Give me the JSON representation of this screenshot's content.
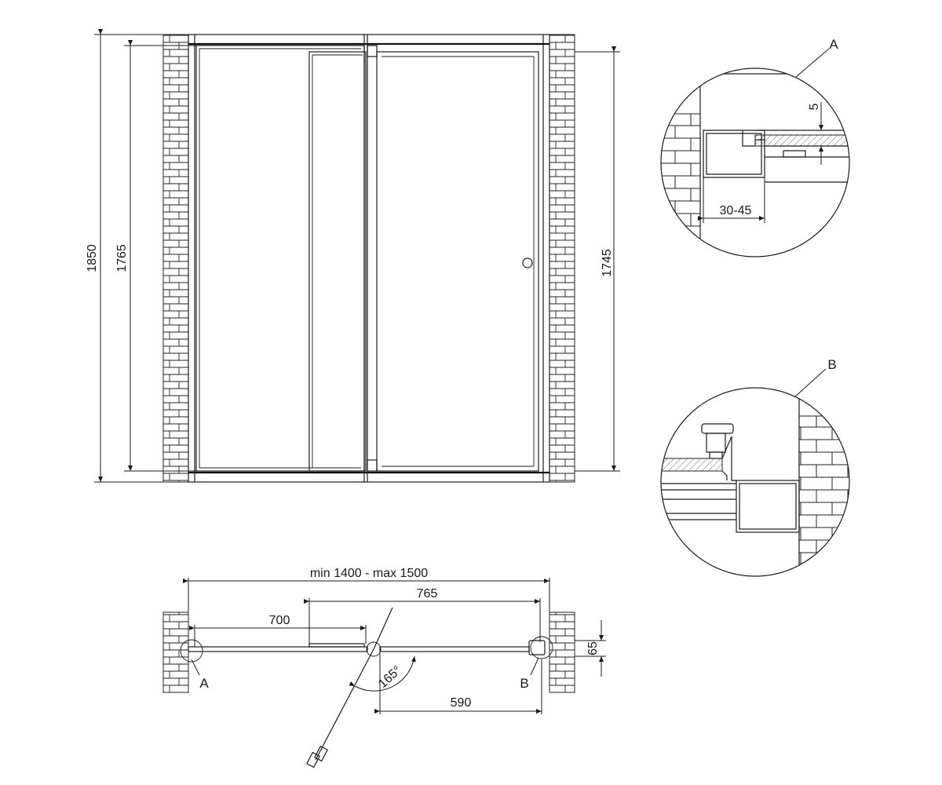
{
  "front_view": {
    "dims": {
      "total_height": "1850",
      "frame_height": "1765",
      "door_height": "1745"
    }
  },
  "plan_view": {
    "dims": {
      "total_width": "min 1400 - max 1500",
      "door_width": "765",
      "fixed_panel": "700",
      "opening": "590",
      "profile_depth": "65",
      "angle": "165°"
    },
    "markers": {
      "a": "A",
      "b": "B"
    }
  },
  "details": {
    "a": {
      "label": "A",
      "dim_gap": "5",
      "dim_adjust": "30-45"
    },
    "b": {
      "label": "B"
    }
  },
  "colors": {
    "line": "#1a1a1a",
    "background": "#ffffff"
  }
}
